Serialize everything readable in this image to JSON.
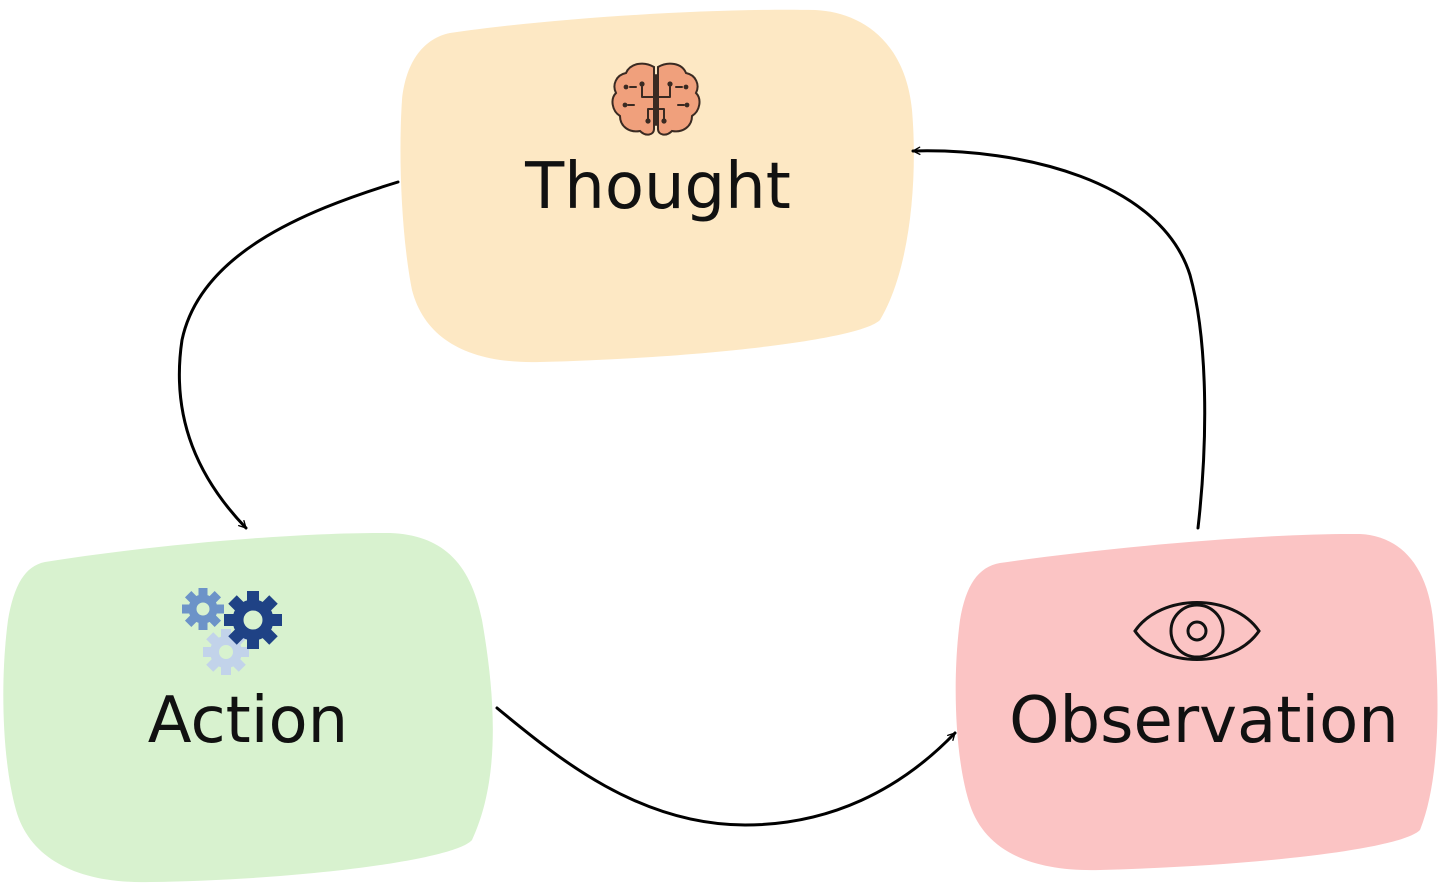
{
  "nodes": {
    "thought": {
      "label": "Thought",
      "color": "#fde8c4",
      "icon": "brain-icon"
    },
    "action": {
      "label": "Action",
      "color": "#d8f2cf",
      "icon": "gears-icon"
    },
    "observation": {
      "label": "Observation",
      "color": "#fbc4c4",
      "icon": "eye-icon"
    }
  },
  "edges": [
    {
      "from": "Thought",
      "to": "Action"
    },
    {
      "from": "Action",
      "to": "Observation"
    },
    {
      "from": "Observation",
      "to": "Thought"
    }
  ],
  "colors": {
    "edge": "#000000",
    "brain_fill": "#f0a07c",
    "brain_stroke": "#3a2a22",
    "gear_dark": "#1f4285",
    "gear_mid": "#6c93c8",
    "gear_light": "#c2d3ea"
  }
}
